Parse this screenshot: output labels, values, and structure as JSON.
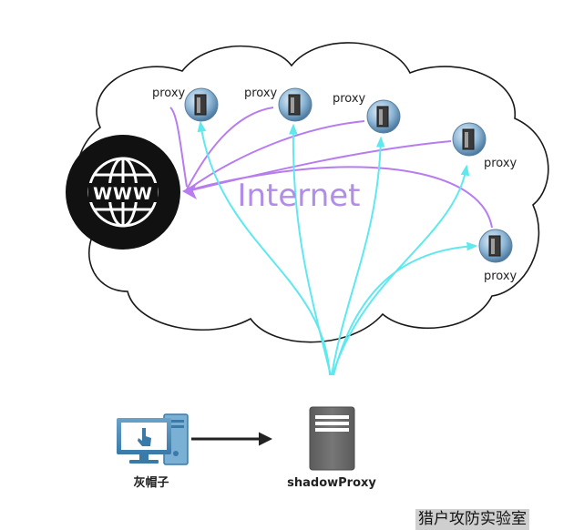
{
  "cloud": {
    "label": "Internet"
  },
  "www_globe": {
    "label": "WWW"
  },
  "proxies": [
    {
      "label": "proxy"
    },
    {
      "label": "proxy"
    },
    {
      "label": "proxy"
    },
    {
      "label": "proxy"
    },
    {
      "label": "proxy"
    }
  ],
  "attacker": {
    "label": "灰帽子"
  },
  "server": {
    "label": "shadowProxy"
  },
  "watermark": {
    "text": "猎户攻防实验室"
  },
  "colors": {
    "proxy_to_www_links": "#b77cf0",
    "shadowproxy_to_proxy_links": "#5fe8ee",
    "attacker_arrow": "#222222",
    "globe_background": "#111111",
    "server_body": "#6d6d6d"
  }
}
